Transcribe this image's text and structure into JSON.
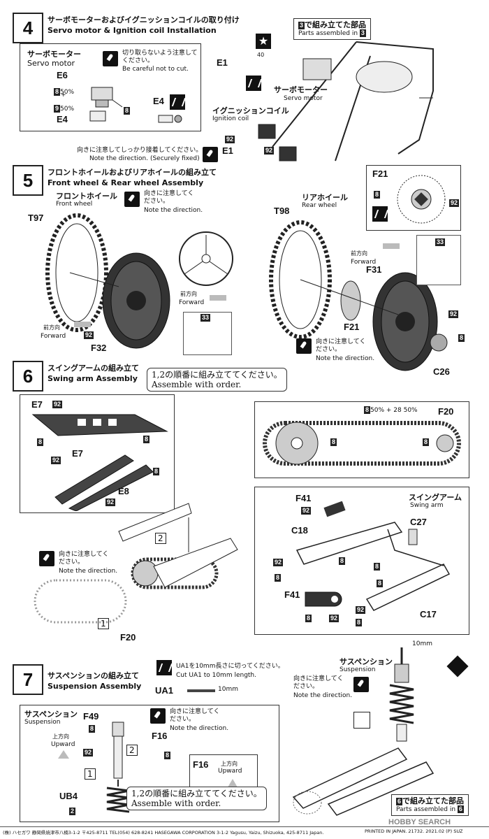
{
  "step4": {
    "num": "4",
    "title_jp": "サーボモーターおよびイグニッションコイルの取り付け",
    "title_en": "Servo motor & Ignition coil Installation",
    "parts_box_jp": "で組み立てた部品",
    "parts_box_en": "Parts assembled in",
    "parts_step": "3",
    "panel_title_jp": "サーボモーター",
    "panel_title_en": "Servo motor",
    "note_cut_jp": "切り取らないよう注意してください。",
    "note_cut_en": "Be careful not to cut.",
    "e6": "E6",
    "e4": "E4",
    "e4b": "E4",
    "e1a": "E1",
    "e1b": "E1",
    "c8": "8",
    "c9": "9",
    "pct1": "50%",
    "plus": "+",
    "pct2": "50%",
    "c8b": "8",
    "servo_jp": "サーボモーター",
    "servo_en": "Servo motor",
    "ign_jp": "イグニッションコイル",
    "ign_en": "Ignition coil",
    "n40": "40",
    "n92a": "92",
    "n92b": "92",
    "note_fix_jp": "向きに注意してしっかり接着してください。",
    "note_fix_en": "Note the direction. (Securely fixed)"
  },
  "step5": {
    "num": "5",
    "title_jp": "フロントホイールおよびリアホイールの組み立て",
    "title_en": "Front wheel & Rear wheel Assembly",
    "front_jp": "フロントホイール",
    "front_en": "Front wheel",
    "rear_jp": "リアホイール",
    "rear_en": "Rear wheel",
    "note_dir_jp": "向きに注意してください。",
    "note_dir_en": "Note the direction.",
    "t97": "T97",
    "t98": "T98",
    "f32": "F32",
    "f31": "F31",
    "f21": "F21",
    "f21b": "F21",
    "c26": "C26",
    "fwd_jp": "前方向",
    "fwd_en": "Forward",
    "n92": "92",
    "n33": "33",
    "n8": "8"
  },
  "step6": {
    "num": "6",
    "title_jp": "スイングアームの組み立て",
    "title_en": "Swing arm Assembly",
    "order_jp": "1,2の順番に組み立ててください。",
    "order_en": "Assemble with order.",
    "e7": "E7",
    "e7b": "E7",
    "e8": "E8",
    "f20": "F20",
    "f20b": "F20",
    "f41": "F41",
    "f41b": "F41",
    "c18": "C18",
    "c27": "C27",
    "c17": "C17",
    "swing_jp": "スイングアーム",
    "swing_en": "Swing arm",
    "mix": "50% + 28 50%",
    "note_dir_jp": "向きに注意してください。",
    "note_dir_en": "Note the direction.",
    "o1": "1",
    "o2": "2",
    "n8": "8",
    "n92": "92",
    "n28": "28"
  },
  "step7": {
    "num": "7",
    "title_jp": "サスペンションの組み立て",
    "title_en": "Suspension Assembly",
    "cut_jp": "UA1を10mm長さに切ってください。",
    "cut_en": "Cut UA1 to 10mm length.",
    "ua1": "UA1",
    "ten": "10mm",
    "ten2": "10mm",
    "susp_jp": "サスペンション",
    "susp_en": "Suspension",
    "f49": "F49",
    "f16": "F16",
    "f16b": "F16",
    "ub4": "UB4",
    "up_jp": "上方向",
    "up_en": "Upward",
    "note_dir_jp": "向きに注意してください。",
    "note_dir_en": "Note the direction.",
    "order_jp": "1,2の順番に組み立ててください。",
    "order_en": "Assemble with order.",
    "parts_box_jp": "で組み立てた部品",
    "parts_box_en": "Parts assembled in",
    "parts_step": "6",
    "n8": "8",
    "n92": "92",
    "n2": "2",
    "o1": "1",
    "o2": "2"
  },
  "footer": {
    "left": "(株) ハセガワ 静岡県焼津市八楠3-1-2 〒425-8711 TEL(054) 628-8241 HASEGAWA CORPORATION 3-1-2 Yagusu, Yaizu, Shizuoka, 425-8711 Japan.",
    "right": "PRINTED IN JAPAN. 21732. 2021.02 (P) SUZ",
    "brand": "HOBBY SEARCH"
  }
}
